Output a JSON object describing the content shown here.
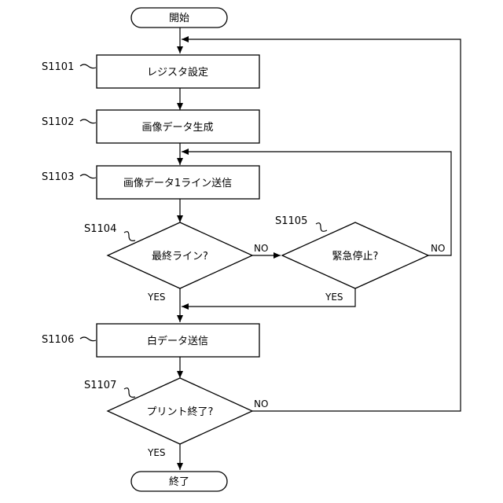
{
  "nodes": {
    "start": "開始",
    "s1101": "レジスタ設定",
    "s1102": "画像データ生成",
    "s1103": "画像データ1ライン送信",
    "s1104": "最終ライン?",
    "s1105": "緊急停止?",
    "s1106": "白データ送信",
    "s1107": "プリント終了?",
    "end": "終了"
  },
  "step_labels": {
    "s1101": "S1101",
    "s1102": "S1102",
    "s1103": "S1103",
    "s1104": "S1104",
    "s1105": "S1105",
    "s1106": "S1106",
    "s1107": "S1107"
  },
  "edge_labels": {
    "s1104_no": "NO",
    "s1104_yes": "YES",
    "s1105_no": "NO",
    "s1105_yes": "YES",
    "s1107_no": "NO",
    "s1107_yes": "YES"
  }
}
